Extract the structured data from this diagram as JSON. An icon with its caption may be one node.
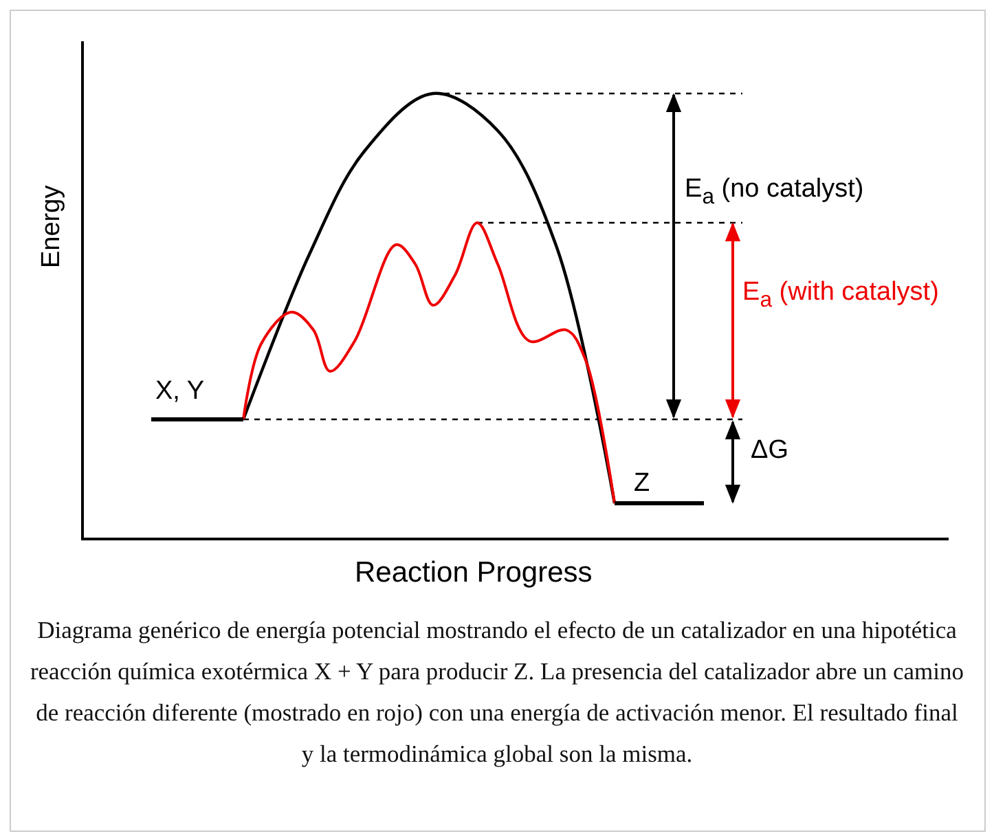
{
  "diagram": {
    "caption": "Diagrama genérico de energía potencial mostrando el efecto de un catalizador en una hipotética reacción química exotérmica X + Y para producir Z. La presencia del catalizador abre un camino de reacción diferente (mostrado en rojo) con una energía de activación menor. El resultado final y la termodinámica global son la misma.",
    "labels": [
      "Energy",
      "X, Y",
      "E$_{a}$ (no catalyst)",
      "E$_{a}$ (with catalyst)",
      "ΔG",
      "Z",
      "Reaction Progress"
    ]
  }
}
